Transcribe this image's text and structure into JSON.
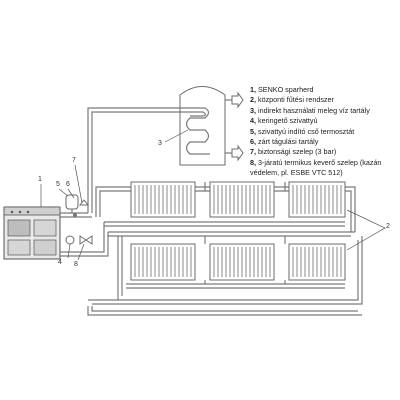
{
  "legend": [
    {
      "num": "1,",
      "text": "SENKO sparherd"
    },
    {
      "num": "2,",
      "text": "központi fűtési rendszer"
    },
    {
      "num": "3,",
      "text": "indirekt használati meleg víz tartály"
    },
    {
      "num": "4,",
      "text": "keringető szivattyú"
    },
    {
      "num": "5,",
      "text": "szivattyú indító cső termosztát"
    },
    {
      "num": "6,",
      "text": "zárt tágulási tartály"
    },
    {
      "num": "7,",
      "text": "biztonsági szelep (3 bar)"
    },
    {
      "num": "8,",
      "text": "3-járatú termikus keverő szelep (kazán védelem, pl. ESBE VTC 512)"
    }
  ],
  "callouts": {
    "c1": "1",
    "c2": "2",
    "c3": "3",
    "c4": "4",
    "c5": "5",
    "c6": "6",
    "c7": "7",
    "c8": "8"
  },
  "colors": {
    "pipe": "#7a7a7a",
    "outline": "#6b6b6b",
    "text": "#222222"
  }
}
